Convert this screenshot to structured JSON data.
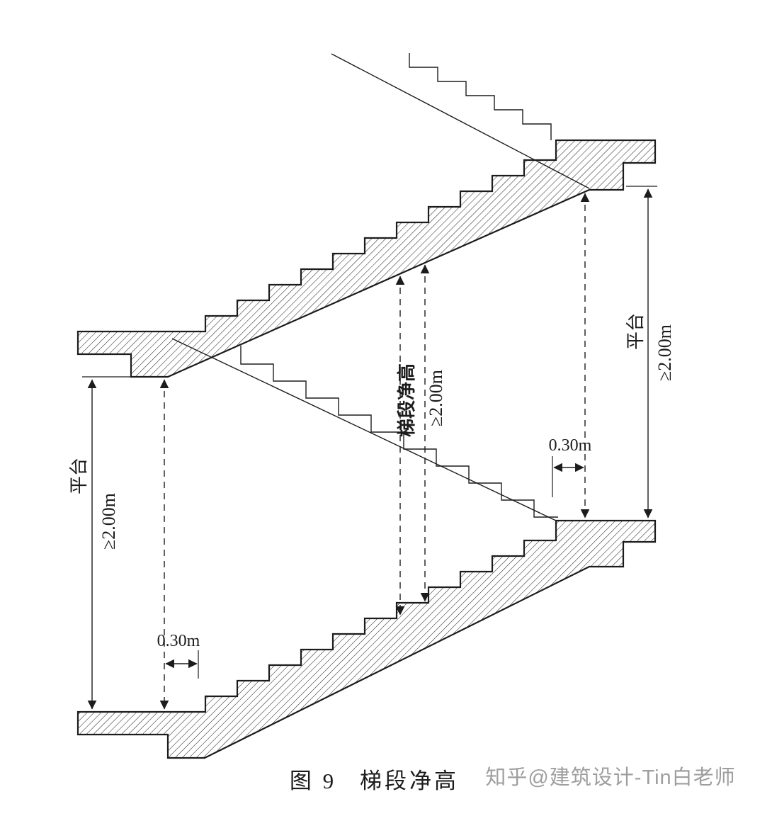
{
  "figure": {
    "caption_label": "图 9",
    "caption_title": "梯段净高",
    "watermark": "知乎@建筑设计-Tin白老师"
  },
  "dimensions": {
    "left_platform_label": "平台",
    "left_platform_value": "≥2.00m",
    "right_platform_label": "平台",
    "right_platform_value": "≥2.00m",
    "headroom_label": "梯段净高",
    "headroom_value": "≥2.00m",
    "nosing_offset_left": "0.30m",
    "nosing_offset_right": "0.30m"
  },
  "colors": {
    "line": "#1c1c1c",
    "watermark": "#9e9e9e",
    "background": "#ffffff"
  }
}
